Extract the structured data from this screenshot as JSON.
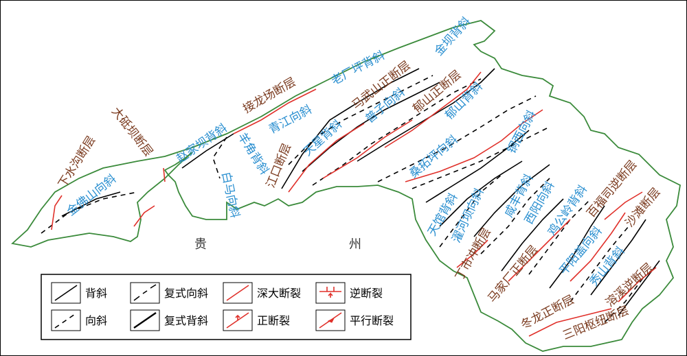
{
  "map": {
    "region_labels": [
      "贵",
      "州"
    ],
    "structure_labels": [
      {
        "text": "下水沟断层",
        "kind": "fault"
      },
      {
        "text": "金佛山向斜",
        "kind": "fold"
      },
      {
        "text": "大砥坝断层",
        "kind": "fault"
      },
      {
        "text": "赵家坝背斜",
        "kind": "fold"
      },
      {
        "text": "接龙场断层",
        "kind": "fault"
      },
      {
        "text": "羊角背斜",
        "kind": "fold"
      },
      {
        "text": "白马向斜",
        "kind": "fold"
      },
      {
        "text": "青江向斜",
        "kind": "fold"
      },
      {
        "text": "江口断层",
        "kind": "fault"
      },
      {
        "text": "天星背斜",
        "kind": "fold"
      },
      {
        "text": "老厂坪背斜",
        "kind": "fold"
      },
      {
        "text": "马武山正断层",
        "kind": "fault"
      },
      {
        "text": "普子向斜",
        "kind": "fold"
      },
      {
        "text": "金坝背斜",
        "kind": "fold"
      },
      {
        "text": "郁山正断层",
        "kind": "fault"
      },
      {
        "text": "郁山背斜",
        "kind": "fold"
      },
      {
        "text": "桑拓坪向斜",
        "kind": "fold"
      },
      {
        "text": "铜西向斜",
        "kind": "fold"
      },
      {
        "text": "天馆背斜",
        "kind": "fold"
      },
      {
        "text": "濯河坝向斜",
        "kind": "fold"
      },
      {
        "text": "咸丰背斜",
        "kind": "fold"
      },
      {
        "text": "西阳向斜",
        "kind": "fold"
      },
      {
        "text": "鸡公岭背斜",
        "kind": "fold"
      },
      {
        "text": "百福司逆断层",
        "kind": "fault"
      },
      {
        "text": "沙滩断层",
        "kind": "fault"
      },
      {
        "text": "丁市冲断层",
        "kind": "fault"
      },
      {
        "text": "马家厂正断层",
        "kind": "fault"
      },
      {
        "text": "平阳盖向斜",
        "kind": "fold"
      },
      {
        "text": "秀山背斜",
        "kind": "fold"
      },
      {
        "text": "溶溪逆断层",
        "kind": "fault"
      },
      {
        "text": "冬龙正断层",
        "kind": "fault"
      },
      {
        "text": "三阳枢纽断层",
        "kind": "fault"
      }
    ]
  },
  "legend": {
    "items": [
      {
        "symbol": "anticline",
        "label": "背斜"
      },
      {
        "symbol": "composite-syncline",
        "label": "复式向斜"
      },
      {
        "symbol": "deep-fault",
        "label": "深大断裂"
      },
      {
        "symbol": "reverse-fault",
        "label": "逆断裂"
      },
      {
        "symbol": "syncline",
        "label": "向斜"
      },
      {
        "symbol": "composite-anticline",
        "label": "复式背斜"
      },
      {
        "symbol": "normal-fault",
        "label": "正断裂"
      },
      {
        "symbol": "parallel-fault",
        "label": "平行断裂"
      }
    ]
  },
  "colors": {
    "boundary": "#3a8a3a",
    "fault": "#e0302a",
    "fold_label": "#2a8fd0",
    "fault_label": "#7a3a1e",
    "structure_line": "#000000"
  }
}
